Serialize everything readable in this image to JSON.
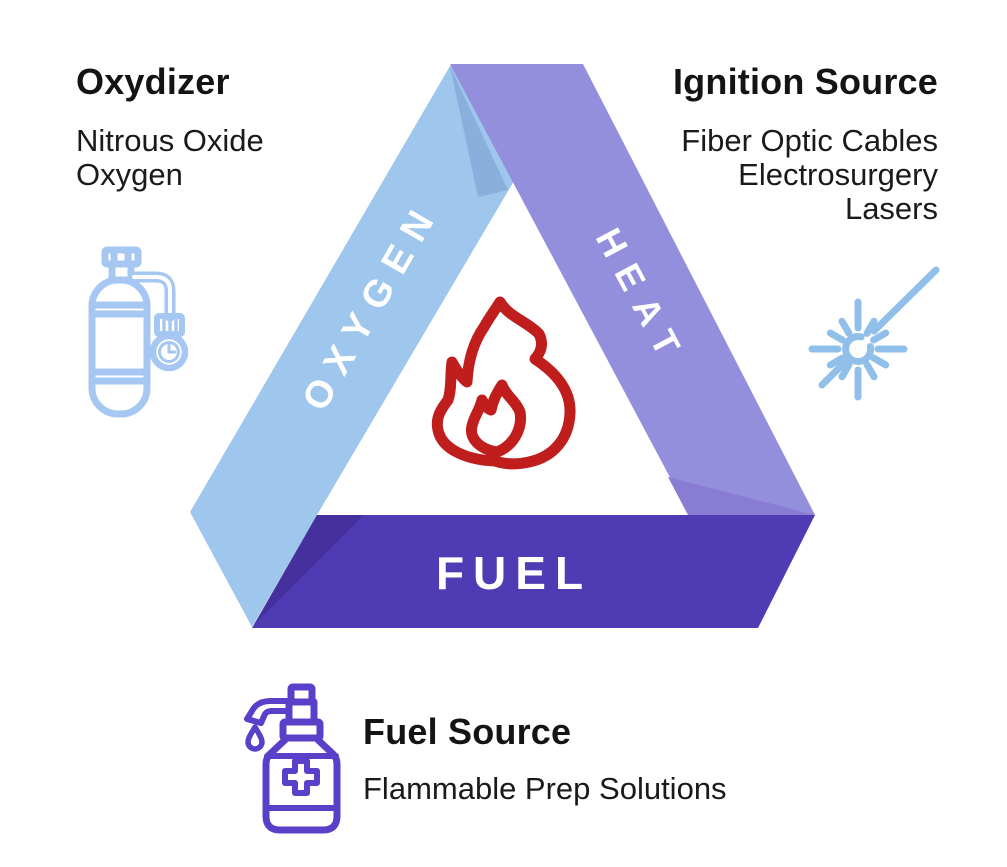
{
  "sections": {
    "oxydizer": {
      "heading": "Oxydizer",
      "items": [
        "Nitrous Oxide",
        "Oxygen"
      ]
    },
    "ignition_source": {
      "heading": "Ignition Source",
      "items": [
        "Fiber Optic Cables",
        "Electrosurgery",
        "Lasers"
      ]
    },
    "fuel_source": {
      "heading": "Fuel Source",
      "items": [
        "Flammable Prep Solutions"
      ]
    }
  },
  "triangle": {
    "left_band_label": "OXYGEN",
    "right_band_label": "HEAT",
    "bottom_band_label": "FUEL",
    "colors": {
      "oxygen_band": "#9fc6ed",
      "oxygen_band_fold": "#8bafdc",
      "heat_band": "#948fdc",
      "heat_band_fold": "#897dd3",
      "fuel_band": "#4f3cb4",
      "fuel_band_fold": "#45309e"
    }
  },
  "icons": {
    "flame": {
      "name": "flame-icon",
      "color": "#c01d1d"
    },
    "oxygen_tank": {
      "name": "oxygen-tank-icon",
      "color": "#a5c7f1"
    },
    "laser": {
      "name": "laser-icon",
      "color": "#90bfe9"
    },
    "prep_bottle": {
      "name": "prep-bottle-icon",
      "color": "#5a40c8"
    }
  },
  "text_color": "#141414",
  "background": "#ffffff"
}
